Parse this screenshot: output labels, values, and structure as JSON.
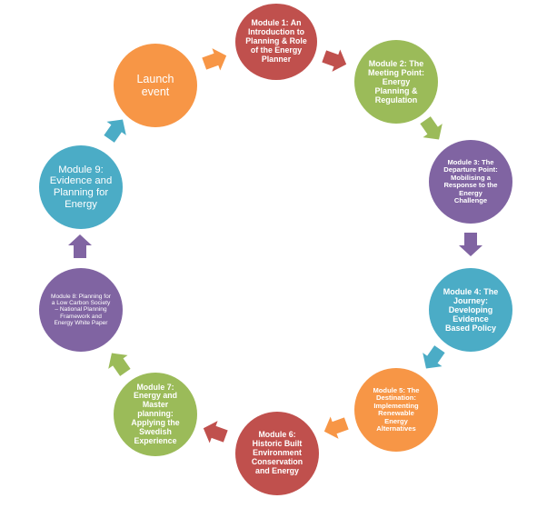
{
  "cycle": {
    "colors": {
      "orange": "#F79646",
      "red": "#C0504D",
      "green": "#9BBB59",
      "purple": "#8064A2",
      "teal": "#4BACC6"
    },
    "nodes": [
      {
        "id": "launch",
        "label": "Launch event",
        "color": "#F79646",
        "bold": false
      },
      {
        "id": "module-1",
        "label": "Module 1: An Introduction to Planning & Role of the Energy Planner",
        "color": "#C0504D",
        "bold": true
      },
      {
        "id": "module-2",
        "label": "Module 2: The Meeting Point: Energy Planning & Regulation",
        "color": "#9BBB59",
        "bold": true
      },
      {
        "id": "module-3",
        "label": "Module 3: The Departure Point: Mobilising a Response to the Energy Challenge",
        "color": "#8064A2",
        "bold": true
      },
      {
        "id": "module-4",
        "label": "Module 4: The Journey: Developing Evidence Based Policy",
        "color": "#4BACC6",
        "bold": true
      },
      {
        "id": "module-5",
        "label": "Module 5: The Destination: Implementing Renewable Energy Alternatives",
        "color": "#F79646",
        "bold": true
      },
      {
        "id": "module-6",
        "label": "Module 6: Historic Built Environment Conservation and Energy",
        "color": "#C0504D",
        "bold": true
      },
      {
        "id": "module-7",
        "label": "Module 7: Energy and Master planning: Applying the Swedish Experience",
        "color": "#9BBB59",
        "bold": true
      },
      {
        "id": "module-8",
        "label": "Module 8: Planning for a Low Carbon Society – National Planning Framework and Energy White Paper",
        "color": "#8064A2",
        "bold": false
      },
      {
        "id": "module-9",
        "label": "Module 9: Evidence and Planning for Energy",
        "color": "#4BACC6",
        "bold": false
      }
    ]
  }
}
